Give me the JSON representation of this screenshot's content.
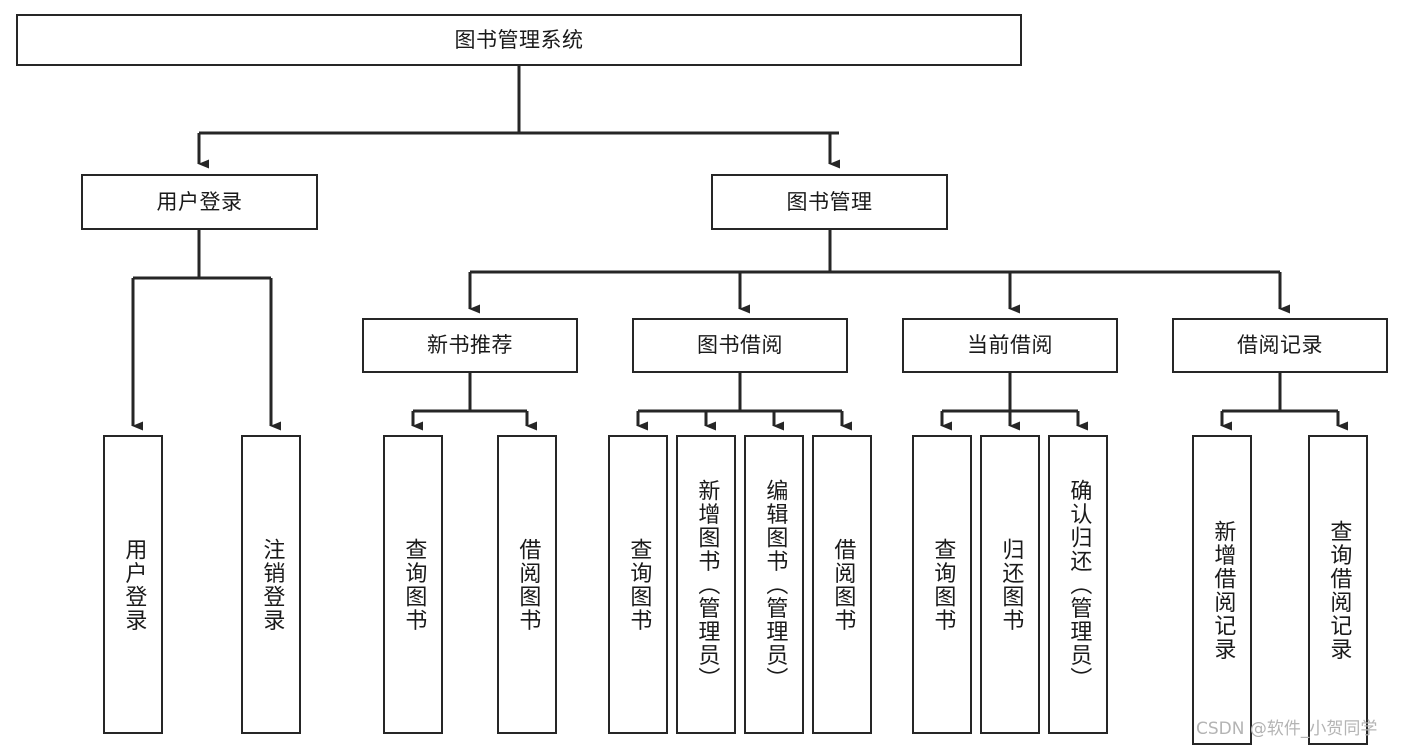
{
  "diagram": {
    "title": "图书管理系统",
    "type": "tree-hierarchy",
    "root": {
      "label": "图书管理系统"
    },
    "level1": [
      {
        "label": "用户登录"
      },
      {
        "label": "图书管理"
      }
    ],
    "level2": [
      {
        "label": "新书推荐"
      },
      {
        "label": "图书借阅"
      },
      {
        "label": "当前借阅"
      },
      {
        "label": "借阅记录"
      }
    ],
    "leaves": {
      "user_login": [
        {
          "label": "用户登录"
        },
        {
          "label": "注销登录"
        }
      ],
      "new_book_recommend": [
        {
          "label": "查询图书"
        },
        {
          "label": "借阅图书"
        }
      ],
      "book_borrow": [
        {
          "label": "查询图书"
        },
        {
          "label": "新增图书（管理员）"
        },
        {
          "label": "编辑图书（管理员）"
        },
        {
          "label": "借阅图书"
        }
      ],
      "current_borrow": [
        {
          "label": "查询图书"
        },
        {
          "label": "归还图书"
        },
        {
          "label": "确认归还（管理员）"
        }
      ],
      "borrow_record": [
        {
          "label": "新增借阅记录"
        },
        {
          "label": "查询借阅记录"
        }
      ]
    }
  },
  "watermark": {
    "text": "CSDN @软件_小贺同学"
  },
  "colors": {
    "stroke": "#262626",
    "fill": "#ffffff",
    "text": "#1a1a1a",
    "watermark": "#b4b4b4"
  }
}
